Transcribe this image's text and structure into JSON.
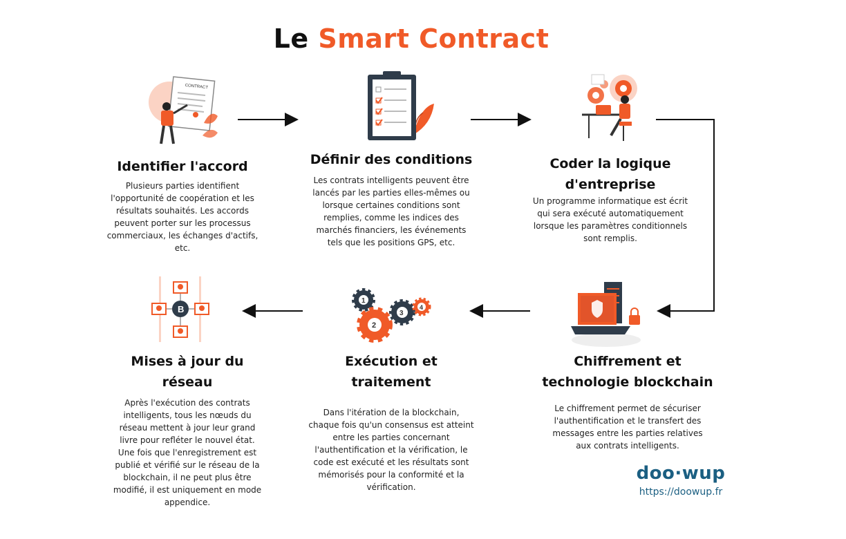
{
  "title": {
    "prefix": "Le",
    "accent": "Smart Contract"
  },
  "colors": {
    "accent": "#f05a28",
    "brand": "#1b5f82",
    "text": "#111111"
  },
  "steps": [
    {
      "title": "Identifier l'accord",
      "text": "Plusieurs parties identifient l'opportunité de coopération et les résultats souhaités. Les accords peuvent porter sur les processus commerciaux, les échanges d'actifs, etc.",
      "icon": "contract-signing-icon"
    },
    {
      "title": "Définir des conditions",
      "text": "Les contrats intelligents peuvent être lancés par les parties elles-mêmes ou lorsque certaines conditions sont remplies, comme les indices des marchés financiers, les événements tels que les positions GPS, etc.",
      "icon": "clipboard-checklist-icon"
    },
    {
      "title": "Coder la logique d'entreprise",
      "text": "Un programme informatique est écrit qui sera exécuté automatiquement lorsque les paramètres conditionnels sont remplis.",
      "icon": "developer-at-desk-icon"
    },
    {
      "title": "Chiffrement et technologie blockchain",
      "text": "Le chiffrement permet de sécuriser l'authentification et le transfert des messages entre les parties relatives aux contrats intelligents.",
      "icon": "secure-laptop-server-icon"
    },
    {
      "title": "Exécution et traitement",
      "text": "Dans l'itération de la blockchain, chaque fois qu'un consensus est atteint entre les parties concernant l'authentification et la vérification, le code est exécuté et les résultats sont mémorisés pour la conformité et la vérification.",
      "icon": "numbered-gears-icon"
    },
    {
      "title": "Mises à jour du réseau",
      "text": "Après l'exécution des contrats intelligents, tous les nœuds du réseau mettent à jour leur grand livre pour refléter le nouvel état. Une fois que l'enregistrement est publié et vérifié sur le réseau de la blockchain, il ne peut plus être modifié, il est uniquement en mode appendice.",
      "icon": "bitcoin-network-icon"
    }
  ],
  "gear_labels": [
    "1",
    "2",
    "3",
    "4"
  ],
  "network_symbol": "B",
  "contract_label": "CONTRACT",
  "brand": {
    "logo": "doo·wup",
    "url": "https://doowup.fr"
  }
}
